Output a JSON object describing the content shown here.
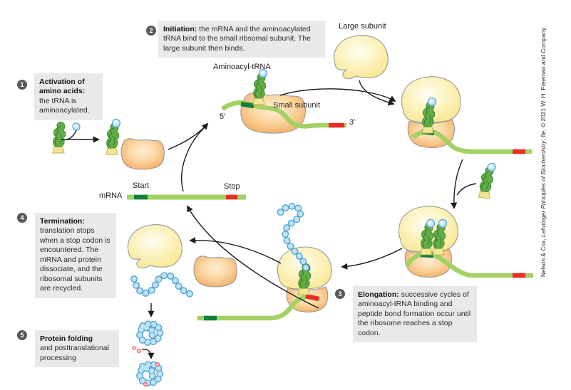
{
  "title": "Translation cycle diagram (protein synthesis)",
  "steps": [
    {
      "num": "1",
      "bold": "Activation of amino acids:",
      "rest": "the tRNA is aminoacylated."
    },
    {
      "num": "2",
      "bold": "Initiation:",
      "rest": "the mRNA and the aminoacylated tRNA bind to the small ribsomal subunit. The large subunit then binds."
    },
    {
      "num": "3",
      "bold": "Elongation:",
      "rest": "successive cycles of aminoacyl-tRNA binding and peptide bond formation occur until the ribosome reaches a stop codon."
    },
    {
      "num": "4",
      "bold": "Termination:",
      "rest": "translation stops when a stop codon is encountered. The mRNA and protein dissociate, and the ribosomal subunits are recycled."
    },
    {
      "num": "5",
      "bold": "Protein folding",
      "rest": "and posttranslational processing"
    }
  ],
  "labels": {
    "large_subunit": "Large subunit",
    "aminoacyl_trna": "Aminoacyl-tRNA",
    "small_subunit": "Small subunit",
    "five_prime": "5′",
    "three_prime": "3′",
    "mrna": "mRNA",
    "start": "Start",
    "stop": "Stop"
  },
  "attribution": {
    "prefix": "Nelson & Cox, ",
    "italic": "Lehninger Principles of Biochemistry",
    "suffix": ", 8e, © 2021 W. H. Freeman and Company"
  },
  "colors": {
    "mrna_green": "#a3d164",
    "start_codon_green": "#11803c",
    "stop_codon_red": "#ee2b26",
    "large_subunit_yellow": "#f8e485",
    "small_subunit_orange": "#f1a050",
    "trna_green": "#63ad49",
    "amino_acid_blue": "#9fd4f2",
    "note_box_gray": "#e9e9ea",
    "step_circle_gray": "#58595b"
  }
}
